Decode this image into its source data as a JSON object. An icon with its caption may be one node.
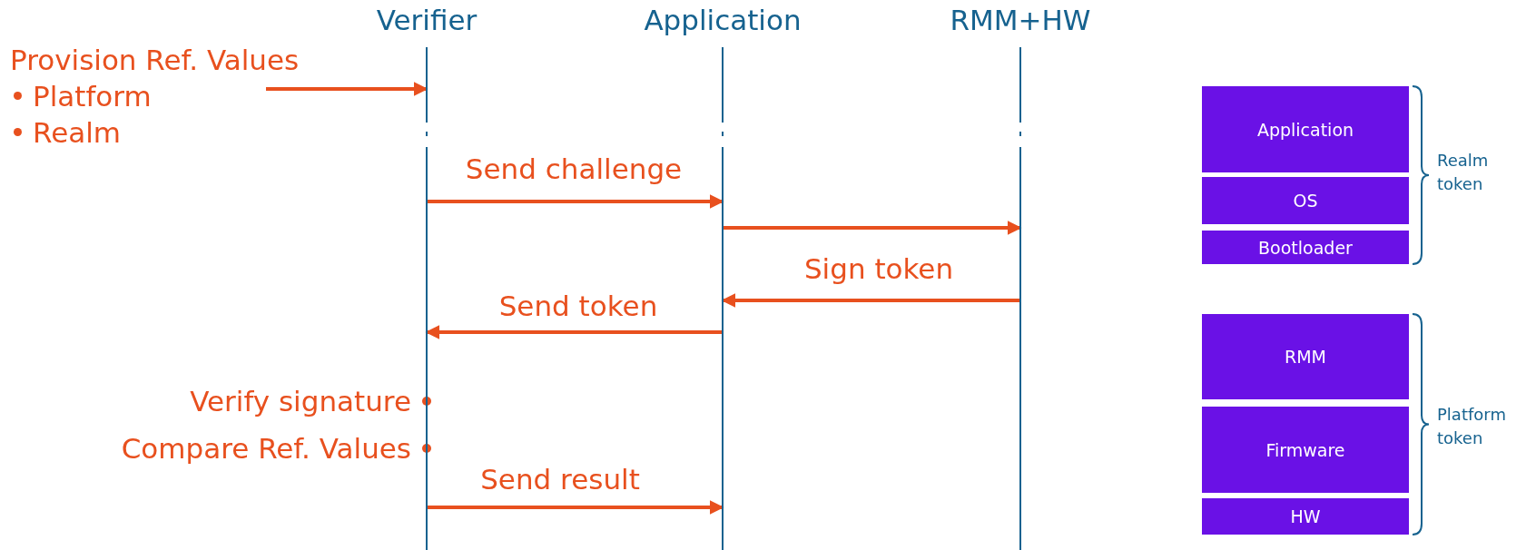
{
  "diagram": {
    "nodes": [
      {
        "text": [
          "Verifier"
        ]
      },
      {
        "text": [
          "Application"
        ]
      },
      {
        "text": [
          "RMM+HW"
        ]
      },
      {
        "text": [
          "Provision Ref. Values",
          "Platform",
          "Realm"
        ]
      },
      {
        "text": [
          "Application"
        ]
      },
      {
        "text": [
          "OS"
        ]
      },
      {
        "text": [
          "Bootloader"
        ]
      },
      {
        "text": [
          "RMM"
        ]
      },
      {
        "text": [
          "Firmware"
        ]
      },
      {
        "text": [
          "HW"
        ]
      }
    ],
    "edges": [
      {
        "from": 3,
        "to": 0,
        "arrow": "to"
      },
      {
        "from": 0,
        "to": 1,
        "arrow": "to",
        "label": "Send challenge"
      },
      {
        "from": 1,
        "to": 2,
        "arrow": "to"
      },
      {
        "from": 2,
        "to": 1,
        "arrow": "to",
        "label": "Sign token"
      },
      {
        "from": 1,
        "to": 0,
        "arrow": "to",
        "label": "Send token"
      },
      {
        "from": 0,
        "to": 1,
        "arrow": "to",
        "label": "Send result"
      }
    ],
    "labels": [
      "Verify signature",
      "Compare Ref. Values",
      "Realm token",
      "Platform token"
    ]
  }
}
